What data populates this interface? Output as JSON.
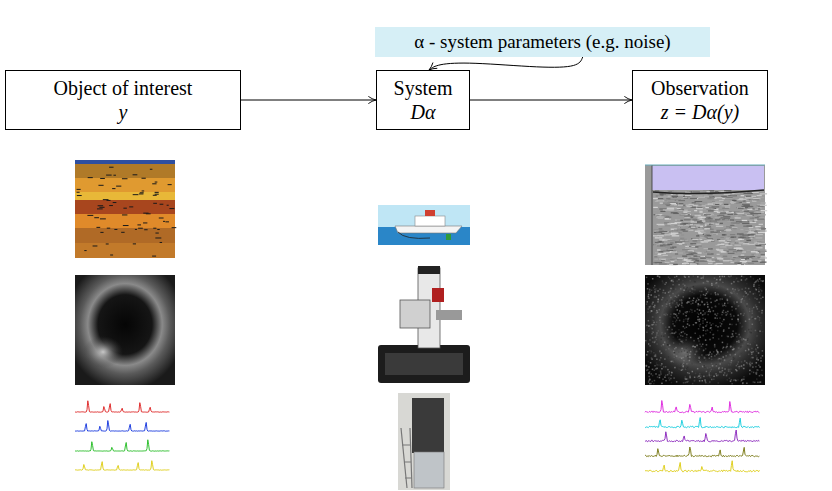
{
  "diagram": {
    "nodes": [
      {
        "text": [
          "α - system parameters (e.g. noise)"
        ]
      },
      {
        "text": [
          "Object of interest",
          "y"
        ]
      },
      {
        "text": [
          "System",
          "Dα"
        ]
      },
      {
        "text": [
          "Observation",
          "z = Dα(y)"
        ]
      }
    ],
    "edges": [
      {
        "from": 1,
        "to": 2,
        "arrow": "to"
      },
      {
        "from": 2,
        "to": 3,
        "arrow": "to"
      },
      {
        "from": 0,
        "to": 2,
        "arrow": "to"
      }
    ]
  }
}
